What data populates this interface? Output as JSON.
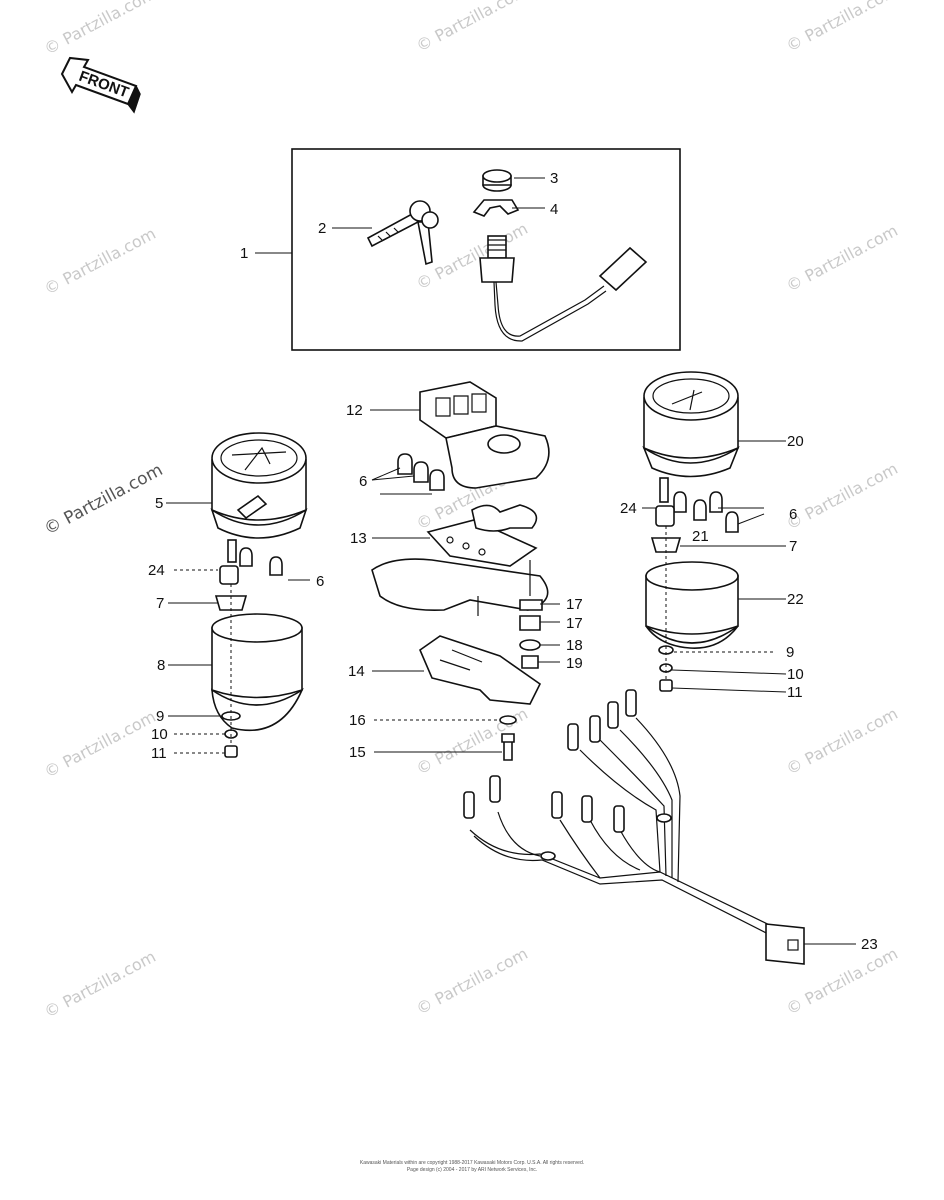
{
  "diagram": {
    "front_label": "FRONT",
    "watermark": "© Partzilla.com",
    "callouts": [
      "1",
      "2",
      "3",
      "4",
      "5",
      "6",
      "7",
      "8",
      "9",
      "10",
      "11",
      "12",
      "13",
      "14",
      "15",
      "16",
      "17",
      "18",
      "19",
      "20",
      "21",
      "22",
      "23",
      "24"
    ]
  },
  "footer": {
    "line1": "Kawasaki Materials within are copyright 1988-2017 Kawasaki Motors Corp. U.S.A. All rights reserved.",
    "line2": "Page design (c) 2004 - 2017 by ARI Network Services, Inc."
  }
}
